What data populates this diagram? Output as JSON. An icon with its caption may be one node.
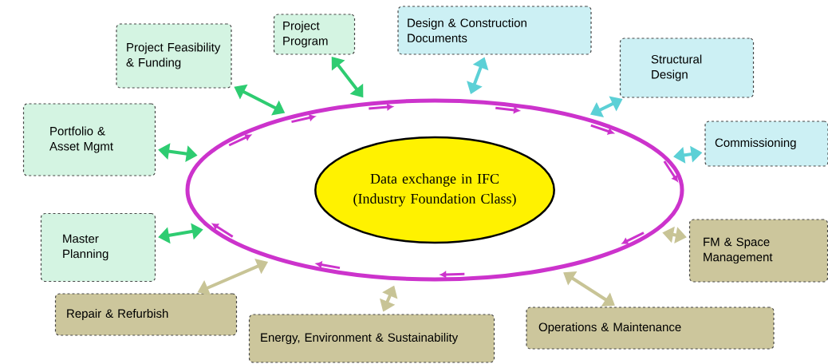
{
  "diagram": {
    "nodes": [
      {
        "text": [],
        "shape": "ellipse"
      },
      {
        "text": [
          "Data exchange in IFC (Industry Foundation Class)"
        ],
        "in": 0
      },
      {
        "text": [
          "Project Feasibility & Funding"
        ]
      },
      {
        "text": [
          "Project Program"
        ]
      },
      {
        "text": [
          "Design & Construction Documents"
        ]
      },
      {
        "text": [
          "Structural Design"
        ]
      },
      {
        "text": [
          "Portfolio & Asset Mgmt"
        ]
      },
      {
        "text": [
          "Commissioning"
        ]
      },
      {
        "text": [
          "Master Planning"
        ]
      },
      {
        "text": [
          "FM & Space Management"
        ]
      },
      {
        "text": [
          "Repair & Refurbish"
        ]
      },
      {
        "text": [
          "Operations & Maintenance"
        ]
      },
      {
        "text": [
          "Energy, Environment & Sustainability"
        ]
      }
    ],
    "edges": [
      {
        "from": 2,
        "to": 0,
        "arrow": "both",
        "color": "#2ecc71"
      },
      {
        "from": 3,
        "to": 0,
        "arrow": "both",
        "color": "#2ecc71"
      },
      {
        "from": 4,
        "to": 0,
        "arrow": "both",
        "color": "#5cd0d6"
      },
      {
        "from": 5,
        "to": 0,
        "arrow": "both",
        "color": "#5cd0d6"
      },
      {
        "from": 6,
        "to": 0,
        "arrow": "both",
        "color": "#2ecc71"
      },
      {
        "from": 7,
        "to": 0,
        "arrow": "both",
        "color": "#5cd0d6"
      },
      {
        "from": 8,
        "to": 0,
        "arrow": "both",
        "color": "#2ecc71"
      },
      {
        "from": 9,
        "to": 0,
        "arrow": "both",
        "color": "#c8c496"
      },
      {
        "from": 10,
        "to": 0,
        "arrow": "both",
        "color": "#c8c496"
      },
      {
        "from": 11,
        "to": 0,
        "arrow": "both",
        "color": "#c8c496"
      },
      {
        "from": 12,
        "to": 0,
        "arrow": "both",
        "color": "#c8c496"
      }
    ]
  }
}
